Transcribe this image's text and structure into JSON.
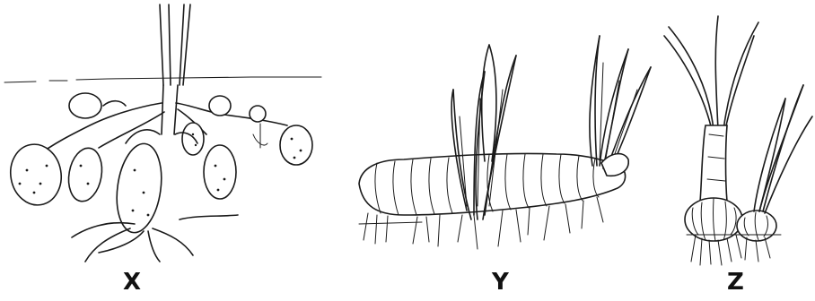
{
  "labels": {
    "x": "X",
    "y": "Y",
    "z": "Z"
  }
}
